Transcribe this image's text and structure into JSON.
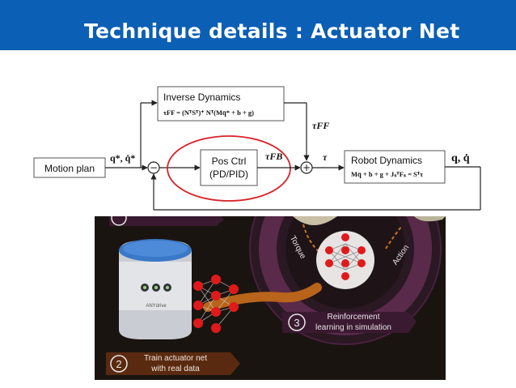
{
  "slide": {
    "title": "Technique details : Actuator Net"
  },
  "block_diagram": {
    "blocks": {
      "motion_plan": "Motion plan",
      "inverse_dynamics": "Inverse Dynamics",
      "inverse_dynamics_eq": "τFF = (NᵀSᵀ)⁺ Nᵀ(Mq̈* + b + g)",
      "pos_ctrl_line1": "Pos Ctrl",
      "pos_ctrl_line2": "(PD/PID)",
      "robot_dynamics": "Robot Dynamics",
      "robot_dynamics_eq": "Mq̈ + b + g + JₛᵀFₛ = Sᵀτ"
    },
    "signals": {
      "reference": "q*, q̇*",
      "tau_ff": "τFF",
      "tau_fb": "τFB",
      "tau": "τ",
      "output": "q, q̇"
    },
    "summing_signs": {
      "left_minus": "−",
      "right_plus": "+"
    },
    "highlight_color": "#d9232a"
  },
  "photo_panel": {
    "labels": {
      "torque": "Torque",
      "action": "Action",
      "step3_number": "3",
      "step3_line1": "Reinforcement",
      "step3_line2": "learning in simulation",
      "step2_number": "2",
      "step2_line1": "Train actuator net",
      "step2_line2": "with real data",
      "device_brand": "ANYdrive"
    },
    "colors": {
      "background": "#1a1410",
      "ring": "#5a2a4a",
      "neuron": "#e01a1a",
      "tag_fill": "#3a1a30",
      "arrow_orange": "#c8741e"
    }
  }
}
